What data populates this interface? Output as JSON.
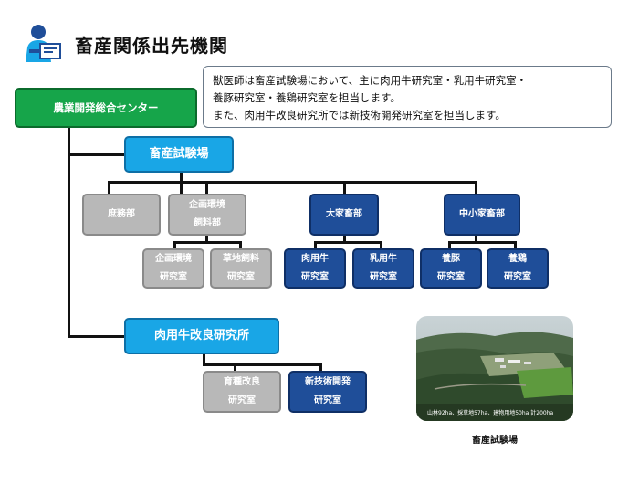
{
  "page": {
    "title": "畜産関係出先機関"
  },
  "note": {
    "line1": "獣医師は畜産試験場において、主に肉用牛研究室・乳用牛研究室・",
    "line2": "養豚研究室・養鶏研究室を担当します。",
    "line3": "また、肉用牛改良研究所では新技術開発研究室を担当します。"
  },
  "org": {
    "root": "農業開発総合センター",
    "station": "畜産試験場",
    "shomu": "庶務部",
    "kikaku_1": "企画環境",
    "kikaku_2": "飼料部",
    "daikachiku": "大家畜部",
    "chushokachiku": "中小家畜部",
    "kikaku_lab_1": "企画環境",
    "kikaku_lab_2": "研究室",
    "soci_lab_1": "草地飼料",
    "soci_lab_2": "研究室",
    "beef_lab_1": "肉用牛",
    "beef_lab_2": "研究室",
    "dairy_lab_1": "乳用牛",
    "dairy_lab_2": "研究室",
    "pig_lab_1": "養豚",
    "pig_lab_2": "研究室",
    "poultry_lab_1": "養鶏",
    "poultry_lab_2": "研究室",
    "institute": "肉用牛改良研究所",
    "breeding_lab_1": "育種改良",
    "breeding_lab_2": "研究室",
    "newtech_lab_1": "新技術開発",
    "newtech_lab_2": "研究室"
  },
  "photo": {
    "caption": "山林92ha、採草地57ha、建物用地50ha 計200ha",
    "title": "畜産試験場"
  },
  "colors": {
    "green": "#16a54a",
    "cyan": "#19a6e6",
    "navy": "#1f4e99",
    "gray": "#b8b8b8"
  },
  "icons": [
    "person-reading-icon"
  ]
}
